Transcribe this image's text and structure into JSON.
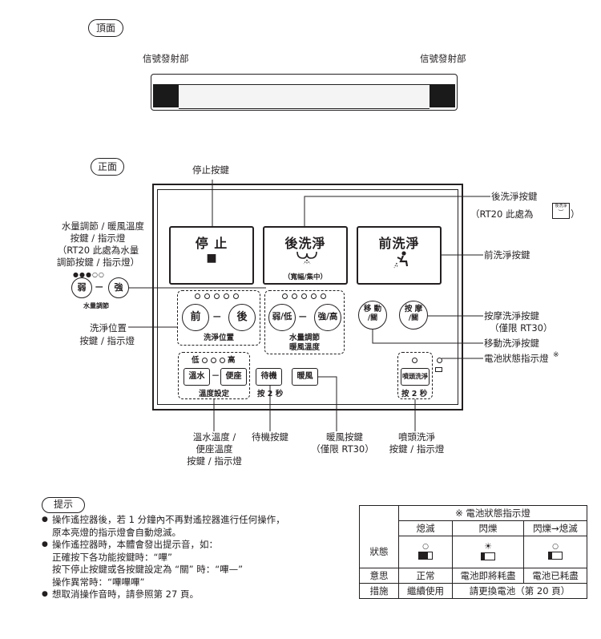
{
  "top_view": {
    "tag": "頂面",
    "emitter_left": "信號發射部",
    "emitter_right": "信號發射部"
  },
  "front_view": {
    "tag": "正面"
  },
  "callouts": {
    "stop": "停止按鍵",
    "rear_wash": "後洗淨按鍵",
    "rear_wash_note": "（RT20 此處為",
    "rear_wash_note_end": "）",
    "rear_wash_mini": "後洗淨",
    "front_wash": "前洗淨按鍵",
    "water_volume_1": "水量調節 / 暖風溫度",
    "water_volume_2": "按鍵 / 指示燈",
    "water_volume_3": "（RT20 此處為水量",
    "water_volume_4": "調節按鍵 / 指示燈）",
    "position_1": "洗淨位置",
    "position_2": "按鍵 / 指示燈",
    "massage_1": "按摩洗淨按鍵",
    "massage_2": "（僅限 RT30）",
    "move": "移動洗淨按鍵",
    "battery": "電池狀態指示燈",
    "battery_mark": "※",
    "temp_1": "溫水溫度 /",
    "temp_2": "便座溫度",
    "temp_3": "按鍵 / 指示燈",
    "standby": "待機按鍵",
    "warm_air_1": "暖風按鍵",
    "warm_air_2": "（僅限 RT30）",
    "nozzle_1": "噴頭洗淨",
    "nozzle_2": "按鍵 / 指示燈"
  },
  "left_control": {
    "weak": "弱",
    "dash": "－",
    "strong": "強",
    "caption": "水量調節"
  },
  "remote": {
    "stop": {
      "label": "停 止",
      "symbol": "■"
    },
    "rear": {
      "label": "後洗淨",
      "sub": "（寬幅/集中）"
    },
    "front": {
      "label": "前洗淨"
    },
    "position": {
      "front": "前",
      "dash": "－",
      "rear": "後",
      "caption": "洗淨位置"
    },
    "volume": {
      "weak": "弱/低",
      "dash": "－",
      "strong": "強/高",
      "caption_1": "水量調節",
      "caption_2": "暖風溫度"
    },
    "move": {
      "line_1": "移 動",
      "line_2": "/關"
    },
    "massage": {
      "line_1": "按 摩",
      "line_2": "/關"
    },
    "temp": {
      "low": "低",
      "high": "高",
      "water": "溫水",
      "dash": "－",
      "seat": "便座",
      "caption": "溫度設定"
    },
    "standby": {
      "label": "待機",
      "caption": "按 2 秒"
    },
    "warm_air": {
      "label": "暖風"
    },
    "nozzle": {
      "label": "噴頭洗淨",
      "caption": "按 2 秒"
    }
  },
  "tips": {
    "tag": "提示",
    "bullet": "●",
    "items": [
      [
        "操作遙控器後，若 1 分鐘內不再對遙控器進行任何操作，",
        "原本亮燈的指示燈會自動熄滅。"
      ],
      [
        "操作遙控器時，本體會發出提示音，如：",
        "正確按下各功能按鍵時：“嗶”",
        "按下停止按鍵或各按鍵設定為  “關”  時：“嗶—”",
        "操作異常時：“嗶嗶嗶”"
      ],
      [
        "想取消操作音時，請參照第 27 頁。"
      ]
    ]
  },
  "battery_table": {
    "title": "※ 電池狀態指示燈",
    "headers": [
      "熄滅",
      "閃爍",
      "閃爍→熄滅"
    ],
    "row_state": "狀態",
    "row_meaning": "意思",
    "meanings": [
      "正常",
      "電池即將耗盡",
      "電池已耗盡"
    ],
    "row_action": "措施",
    "action_1": "繼續使用",
    "action_2": "請更換電池（第 20 頁）"
  }
}
